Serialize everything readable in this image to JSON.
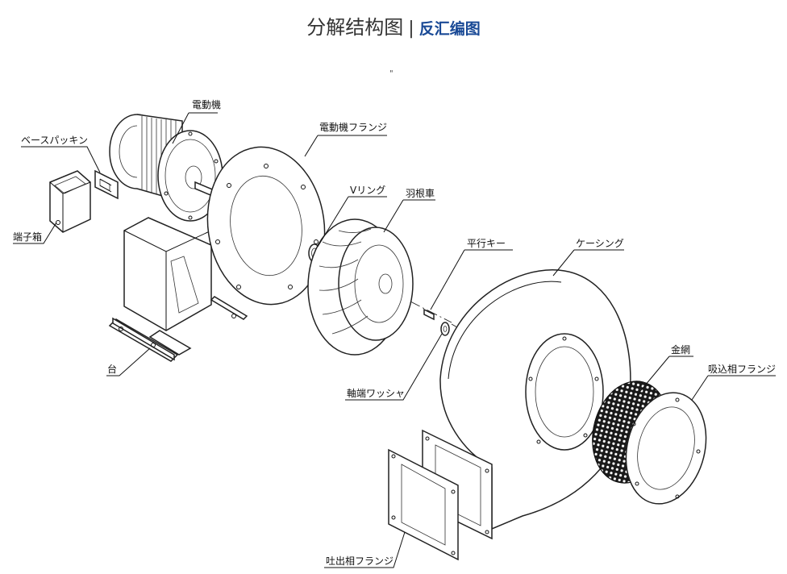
{
  "header": {
    "title": "分解结构图",
    "separator": "|",
    "alt_link": "反汇编图"
  },
  "stray_mark": "\"",
  "labels": {
    "motor": "電動機",
    "base_packing": "ベースパッキン",
    "terminal_box": "端子箱",
    "stand": "台",
    "motor_flange": "電動機フランジ",
    "v_ring": "Vリング",
    "impeller": "羽根車",
    "parallel_key": "平行キー",
    "casing": "ケーシング",
    "shaft_washer": "軸端ワッシャ",
    "wire_mesh": "金網",
    "suction_flange": "吸込相フランジ",
    "discharge_flange": "吐出相フランジ"
  }
}
